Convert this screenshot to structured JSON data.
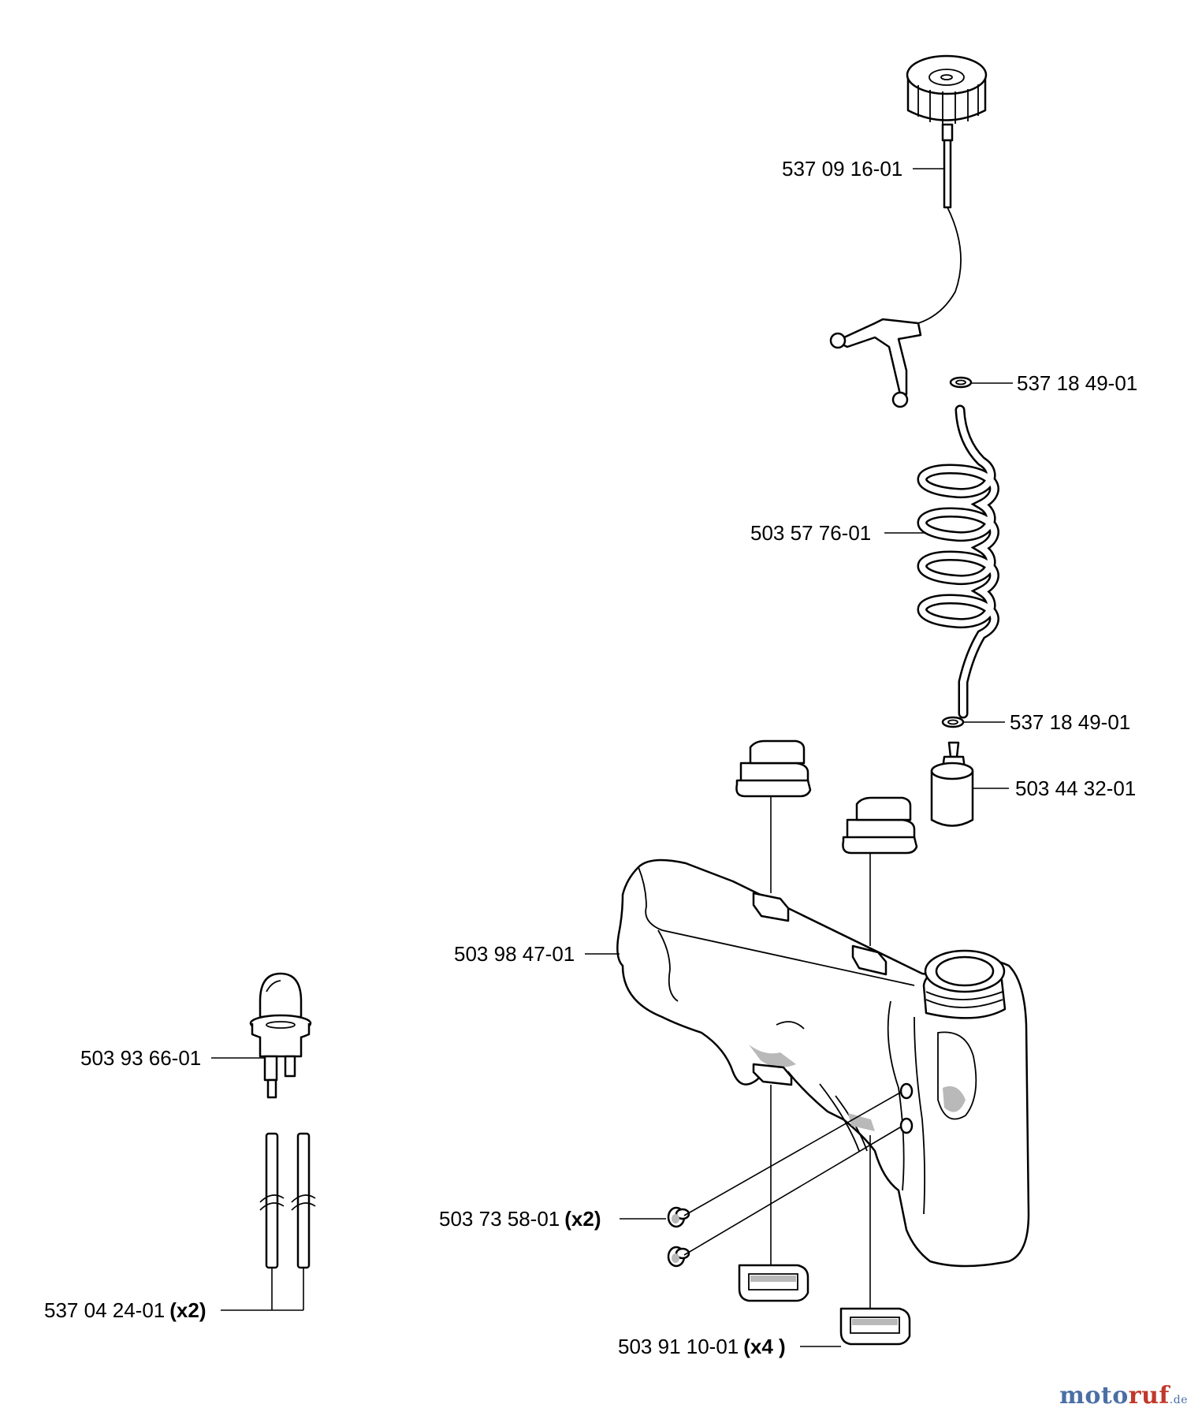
{
  "parts": [
    {
      "number": "537 09 16-01",
      "qty": ""
    },
    {
      "number": "537 18 49-01",
      "qty": ""
    },
    {
      "number": "503 57 76-01",
      "qty": ""
    },
    {
      "number": "537 18 49-01",
      "qty": ""
    },
    {
      "number": "503 44 32-01",
      "qty": ""
    },
    {
      "number": "503 98 47-01",
      "qty": ""
    },
    {
      "number": "503 93 66-01",
      "qty": ""
    },
    {
      "number": "503 73 58-01",
      "qty": "(x2)"
    },
    {
      "number": "537 04 24-01",
      "qty": "(x2)"
    },
    {
      "number": "503 91 10-01",
      "qty": "(x4 )"
    }
  ],
  "watermark": {
    "part1": "moto",
    "part2": "ruf",
    "part3": ".de"
  }
}
